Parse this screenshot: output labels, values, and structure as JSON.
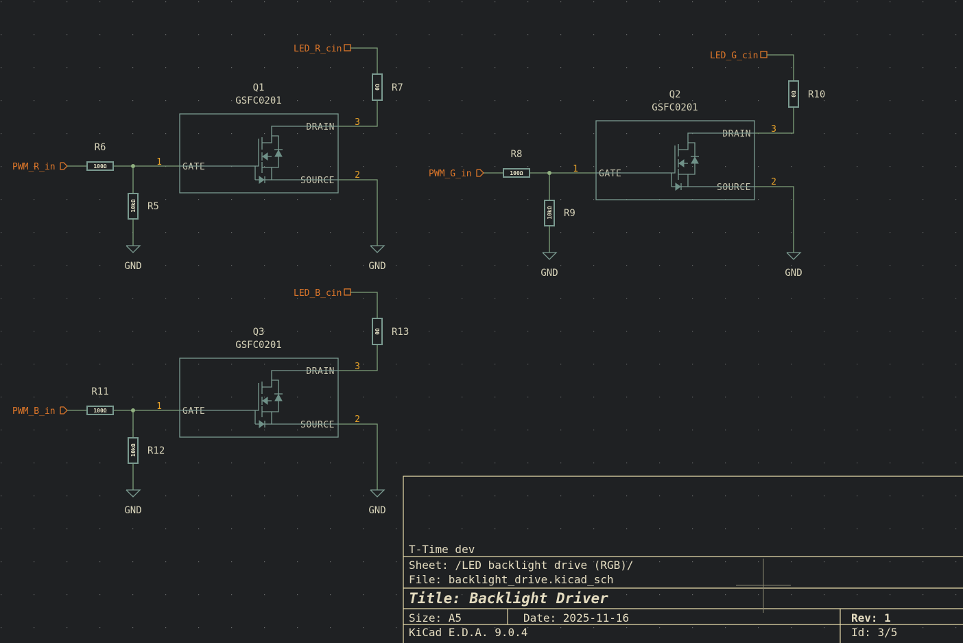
{
  "app": "KiCad Schematic Editor",
  "schematic": {
    "channels": [
      {
        "id": "red",
        "transistor": {
          "ref": "Q1",
          "part": "GSFC0201"
        },
        "input_label": "PWM_R_in",
        "output_label": "LED_R_cin",
        "series_resistor": {
          "ref": "R6",
          "value": "100Ω"
        },
        "pulldown_resistor": {
          "ref": "R5",
          "value": "10kΩ"
        },
        "drain_resistor": {
          "ref": "R7",
          "value": "0Ω"
        },
        "pins": {
          "gate_num": "1",
          "gate_name": "GATE",
          "drain_num": "3",
          "drain_name": "DRAIN",
          "source_num": "2",
          "source_name": "SOURCE"
        },
        "gnd": [
          "GND",
          "GND"
        ]
      },
      {
        "id": "green",
        "transistor": {
          "ref": "Q2",
          "part": "GSFC0201"
        },
        "input_label": "PWM_G_in",
        "output_label": "LED_G_cin",
        "series_resistor": {
          "ref": "R8",
          "value": "100Ω"
        },
        "pulldown_resistor": {
          "ref": "R9",
          "value": "10kΩ"
        },
        "drain_resistor": {
          "ref": "R10",
          "value": "0Ω"
        },
        "pins": {
          "gate_num": "1",
          "gate_name": "GATE",
          "drain_num": "3",
          "drain_name": "DRAIN",
          "source_num": "2",
          "source_name": "SOURCE"
        },
        "gnd": [
          "GND",
          "GND"
        ]
      },
      {
        "id": "blue",
        "transistor": {
          "ref": "Q3",
          "part": "GSFC0201"
        },
        "input_label": "PWM_B_in",
        "output_label": "LED_B_cin",
        "series_resistor": {
          "ref": "R11",
          "value": "100Ω"
        },
        "pulldown_resistor": {
          "ref": "R12",
          "value": "10kΩ"
        },
        "drain_resistor": {
          "ref": "R13",
          "value": "0Ω"
        },
        "pins": {
          "gate_num": "1",
          "gate_name": "GATE",
          "drain_num": "3",
          "drain_name": "DRAIN",
          "source_num": "2",
          "source_name": "SOURCE"
        },
        "gnd": [
          "GND",
          "GND"
        ]
      }
    ]
  },
  "title_block": {
    "company": "T-Time dev",
    "sheet": "Sheet: /LED backlight drive (RGB)/",
    "file": "File: backlight_drive.kicad_sch",
    "title": "Title: Backlight Driver",
    "size": "Size: A5",
    "date": "Date: 2025-11-16",
    "rev": "Rev: 1",
    "tool": "KiCad E.D.A. 9.0.4",
    "id": "Id: 3/5"
  },
  "colors": {
    "background": "#1f2123",
    "wire": "#7fa07a",
    "symbol_body": "#7a9a90",
    "pin_number": "#e6a22a",
    "net_label": "#e0782a",
    "text": "#d6d2b8",
    "title_block": "#e8dcaa"
  }
}
